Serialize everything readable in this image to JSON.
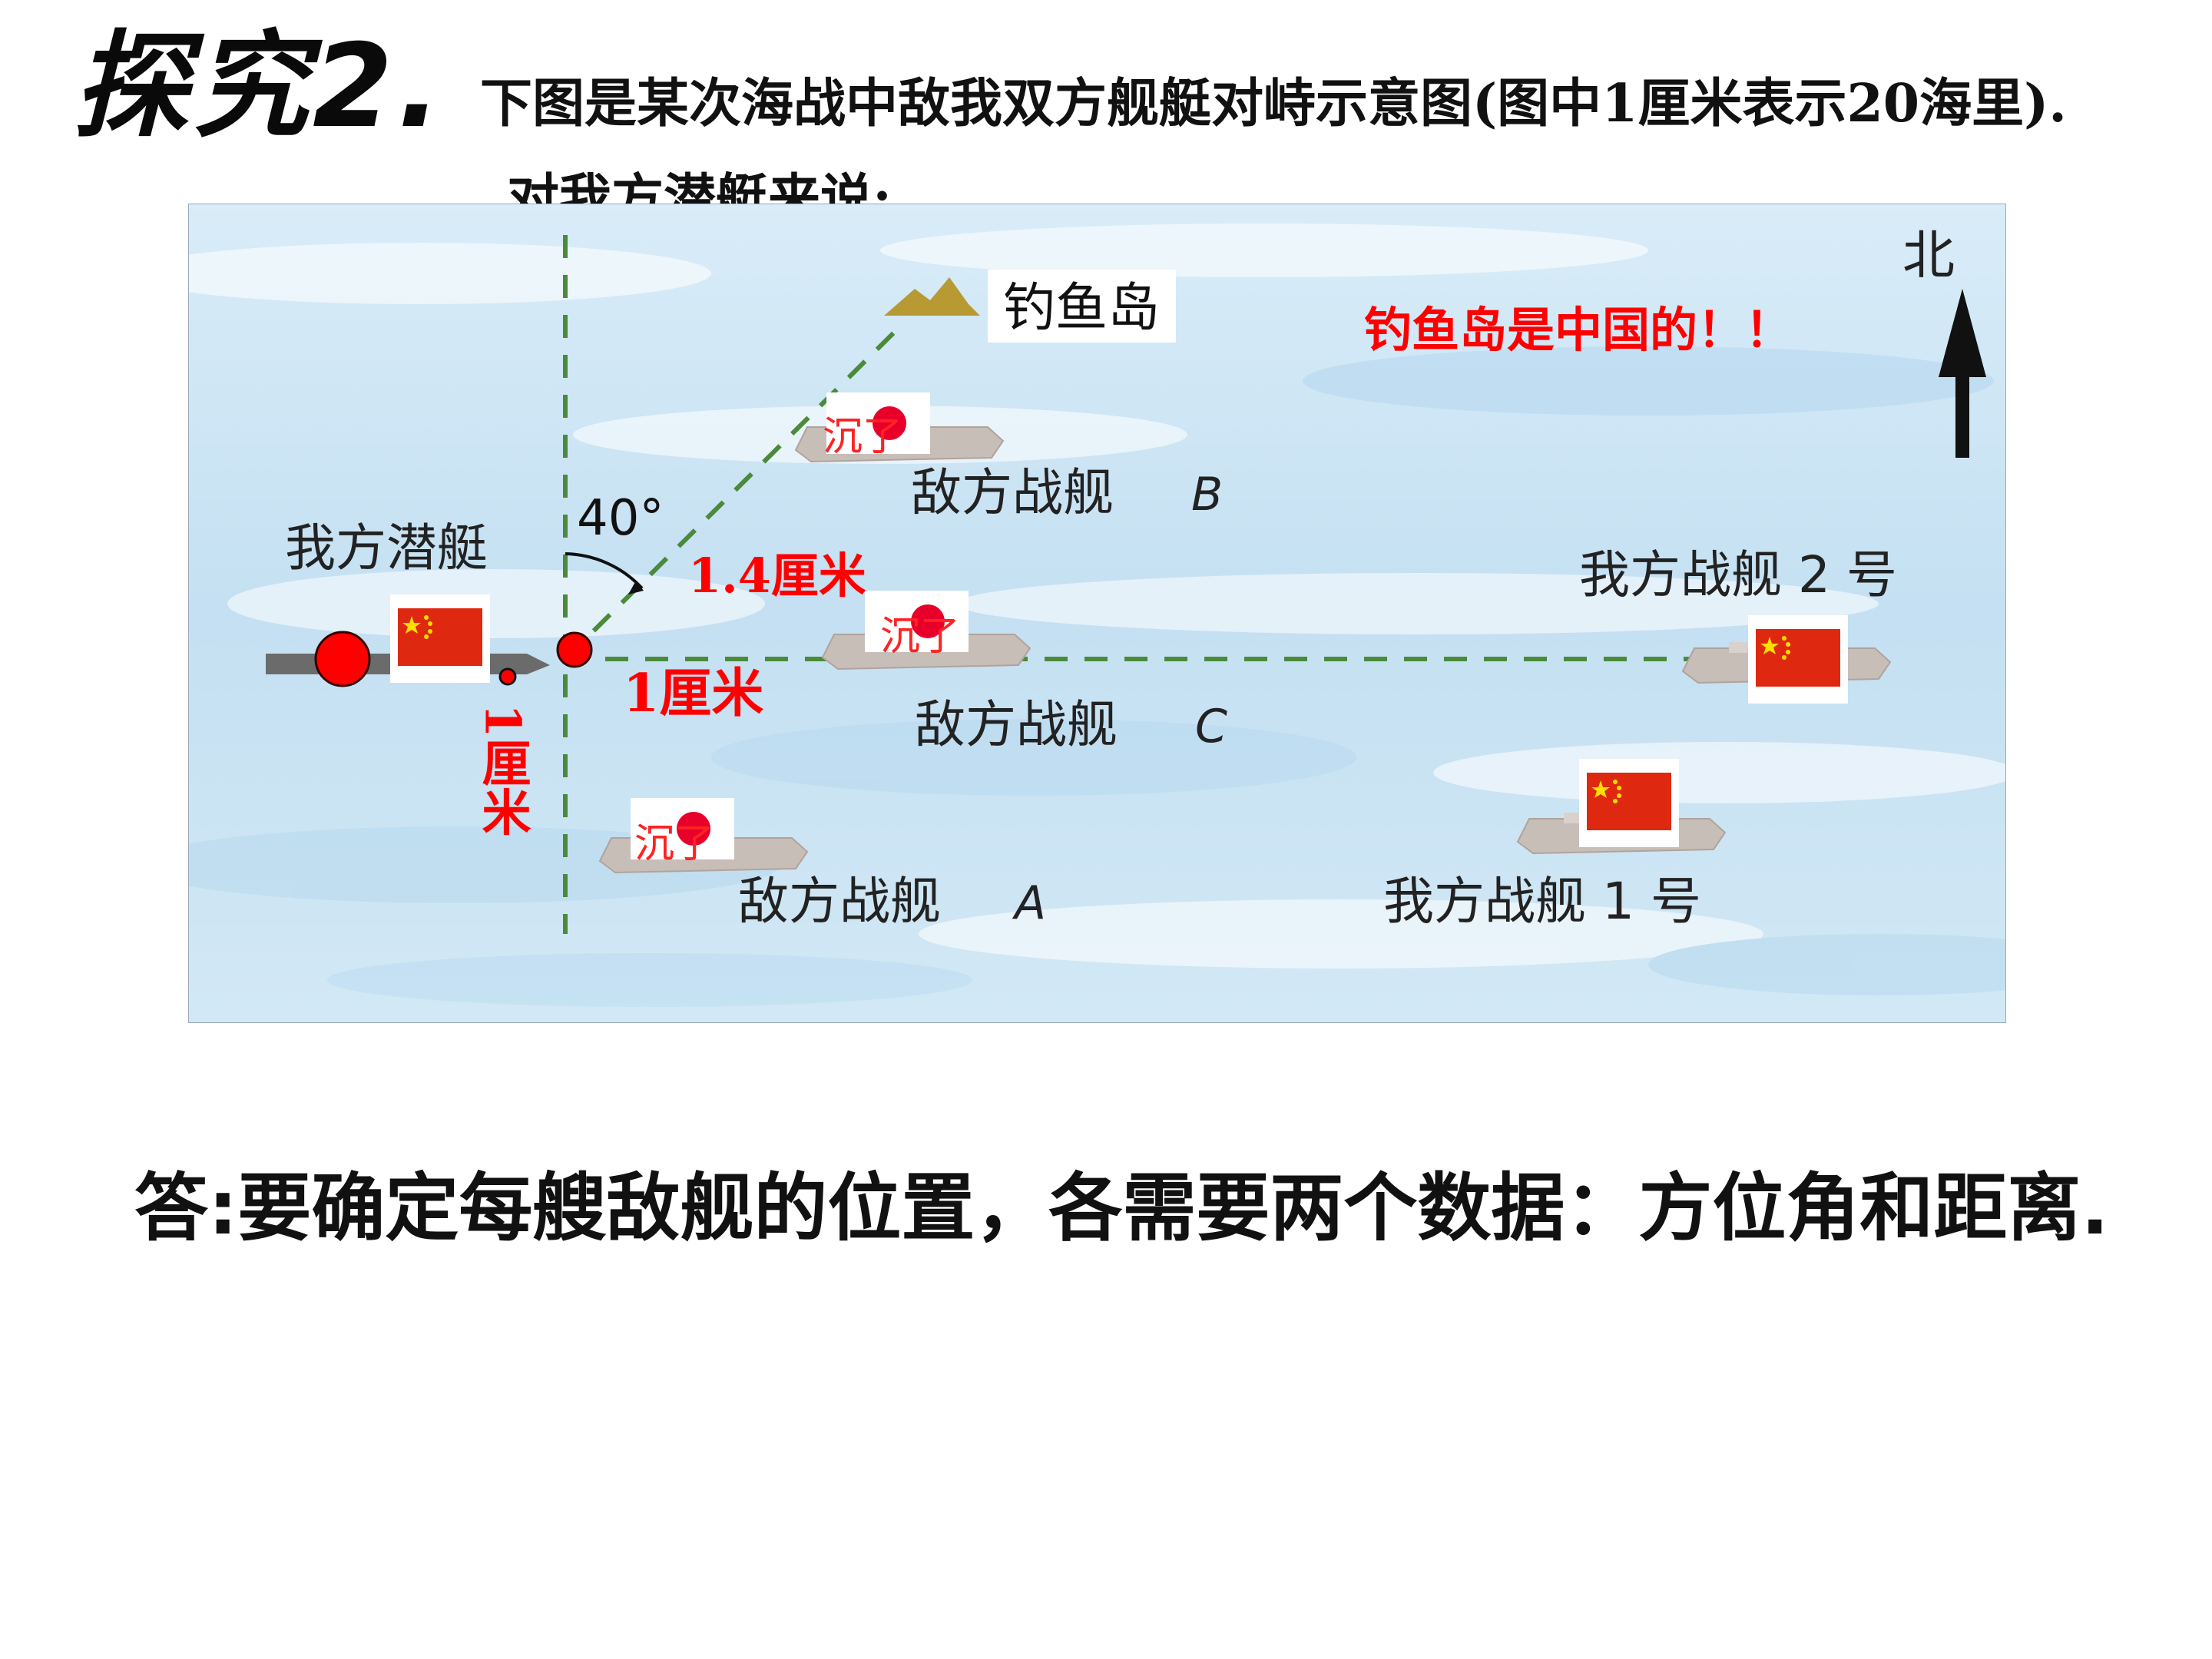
{
  "title": "探究2.",
  "intro_line1": "下图是某次海战中敌我双方舰艇对峙示意图(图中1厘米表示20海里).",
  "intro_line2": "对我方潜艇来说:",
  "map": {
    "north_label": "北",
    "island_label": "钓鱼岛",
    "island_slogan": "钓鱼岛是中国的！！",
    "our_sub_label": "我方潜艇",
    "angle_label": "40°",
    "dist_b_label": "1.4厘米",
    "dist_c_label": "1厘米",
    "dist_a_label": "1厘米",
    "enemy_b_label": "敌方战舰",
    "enemy_b_letter": "B",
    "enemy_c_label": "敌方战舰",
    "enemy_c_letter": "C",
    "enemy_a_label": "敌方战舰",
    "enemy_a_letter": "A",
    "our_ship2_label": "我方战舰 2 号",
    "our_ship1_label": "我方战舰 1 号",
    "sunk_label": "沉了",
    "colors": {
      "sea": "#cfe5f3",
      "red_text": "#ff0000",
      "flag_red": "#de2910",
      "flag_yellow": "#ffde00",
      "dash": "#4a8a3a"
    }
  },
  "answer": "答:要确定每艘敌舰的位置，各需要两个数据：方位角和距离."
}
